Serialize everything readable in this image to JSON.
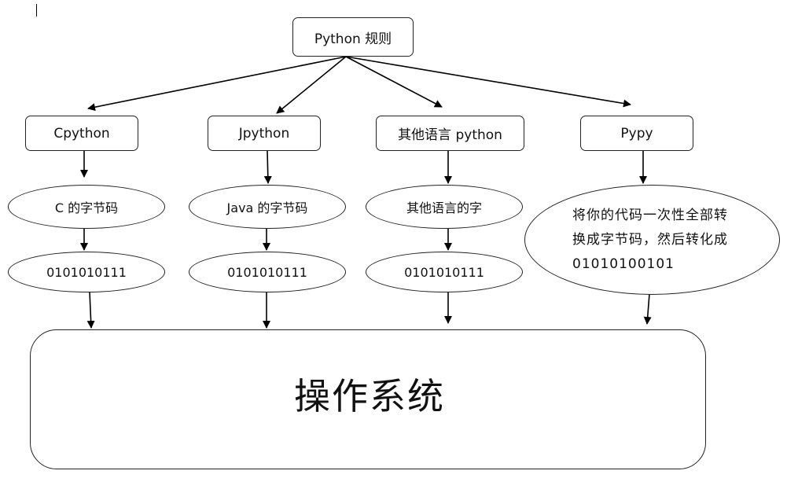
{
  "root": {
    "label": "Python 规则"
  },
  "implementations": [
    {
      "label": "Cpython",
      "bytecode": "C 的字节码",
      "binary": "0101010111"
    },
    {
      "label": "Jpython",
      "bytecode": "Java 的字节码",
      "binary": "0101010111"
    },
    {
      "label": "其他语言 python",
      "bytecode": "其他语言的字",
      "binary": "0101010111"
    },
    {
      "label": "Pypy",
      "description": "将你的代码一次性全部转换成字节码，然后转化成 01010100101"
    }
  ],
  "os": {
    "label": "操作系统"
  }
}
